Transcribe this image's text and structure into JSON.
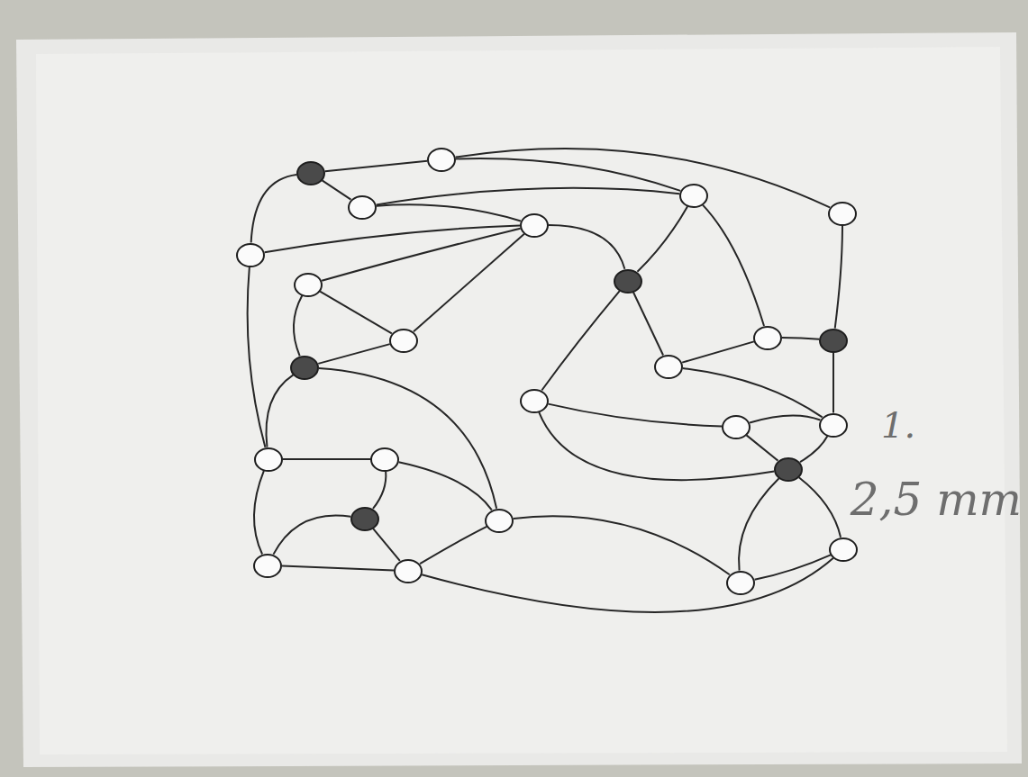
{
  "diagram": {
    "nodes": [
      {
        "text": []
      },
      {
        "text": []
      },
      {
        "text": []
      },
      {
        "text": []
      },
      {
        "text": []
      },
      {
        "text": []
      },
      {
        "text": []
      },
      {
        "text": []
      },
      {
        "text": []
      },
      {
        "text": []
      },
      {
        "text": []
      },
      {
        "text": []
      },
      {
        "text": []
      },
      {
        "text": []
      },
      {
        "text": []
      },
      {
        "text": []
      },
      {
        "text": []
      },
      {
        "text": []
      },
      {
        "text": []
      },
      {
        "text": []
      },
      {
        "text": []
      },
      {
        "text": []
      },
      {
        "text": []
      },
      {
        "text": []
      },
      {
        "text": []
      },
      {
        "text": []
      }
    ],
    "edges": [
      {
        "from": 0,
        "to": 1,
        "arrow": "none"
      },
      {
        "from": 0,
        "to": 2,
        "arrow": "none"
      },
      {
        "from": 0,
        "to": 5,
        "arrow": "none"
      },
      {
        "from": 1,
        "to": 4,
        "arrow": "none"
      },
      {
        "from": 1,
        "to": 3,
        "arrow": "none"
      },
      {
        "from": 2,
        "to": 3,
        "arrow": "none"
      },
      {
        "from": 2,
        "to": 6,
        "arrow": "none"
      },
      {
        "from": 5,
        "to": 6,
        "arrow": "none"
      },
      {
        "from": 5,
        "to": 18,
        "arrow": "none"
      },
      {
        "from": 7,
        "to": 6,
        "arrow": "none"
      },
      {
        "from": 7,
        "to": 9,
        "arrow": "none"
      },
      {
        "from": 7,
        "to": 12,
        "arrow": "none"
      },
      {
        "from": 9,
        "to": 6,
        "arrow": "none"
      },
      {
        "from": 12,
        "to": 9,
        "arrow": "none"
      },
      {
        "from": 12,
        "to": 18,
        "arrow": "none"
      },
      {
        "from": 12,
        "to": 20,
        "arrow": "none"
      },
      {
        "from": 6,
        "to": 8,
        "arrow": "none"
      },
      {
        "from": 3,
        "to": 8,
        "arrow": "none"
      },
      {
        "from": 3,
        "to": 10,
        "arrow": "none"
      },
      {
        "from": 8,
        "to": 14,
        "arrow": "none"
      },
      {
        "from": 8,
        "to": 13,
        "arrow": "none"
      },
      {
        "from": 13,
        "to": 10,
        "arrow": "none"
      },
      {
        "from": 10,
        "to": 11,
        "arrow": "none"
      },
      {
        "from": 4,
        "to": 11,
        "arrow": "none"
      },
      {
        "from": 11,
        "to": 16,
        "arrow": "none"
      },
      {
        "from": 13,
        "to": 16,
        "arrow": "none"
      },
      {
        "from": 14,
        "to": 15,
        "arrow": "none"
      },
      {
        "from": 14,
        "to": 17,
        "arrow": "none"
      },
      {
        "from": 15,
        "to": 16,
        "arrow": "none"
      },
      {
        "from": 15,
        "to": 17,
        "arrow": "none"
      },
      {
        "from": 16,
        "to": 17,
        "arrow": "none"
      },
      {
        "from": 17,
        "to": 25,
        "arrow": "none"
      },
      {
        "from": 17,
        "to": 22,
        "arrow": "none"
      },
      {
        "from": 25,
        "to": 22,
        "arrow": "none"
      },
      {
        "from": 20,
        "to": 25,
        "arrow": "none"
      },
      {
        "from": 18,
        "to": 19,
        "arrow": "none"
      },
      {
        "from": 18,
        "to": 23,
        "arrow": "none"
      },
      {
        "from": 19,
        "to": 21,
        "arrow": "none"
      },
      {
        "from": 19,
        "to": 20,
        "arrow": "none"
      },
      {
        "from": 21,
        "to": 23,
        "arrow": "none"
      },
      {
        "from": 21,
        "to": 24,
        "arrow": "none"
      },
      {
        "from": 23,
        "to": 24,
        "arrow": "none"
      },
      {
        "from": 24,
        "to": 20,
        "arrow": "none"
      },
      {
        "from": 24,
        "to": 22,
        "arrow": "none"
      }
    ],
    "labels": [
      "1.",
      "2,5 mm"
    ]
  }
}
